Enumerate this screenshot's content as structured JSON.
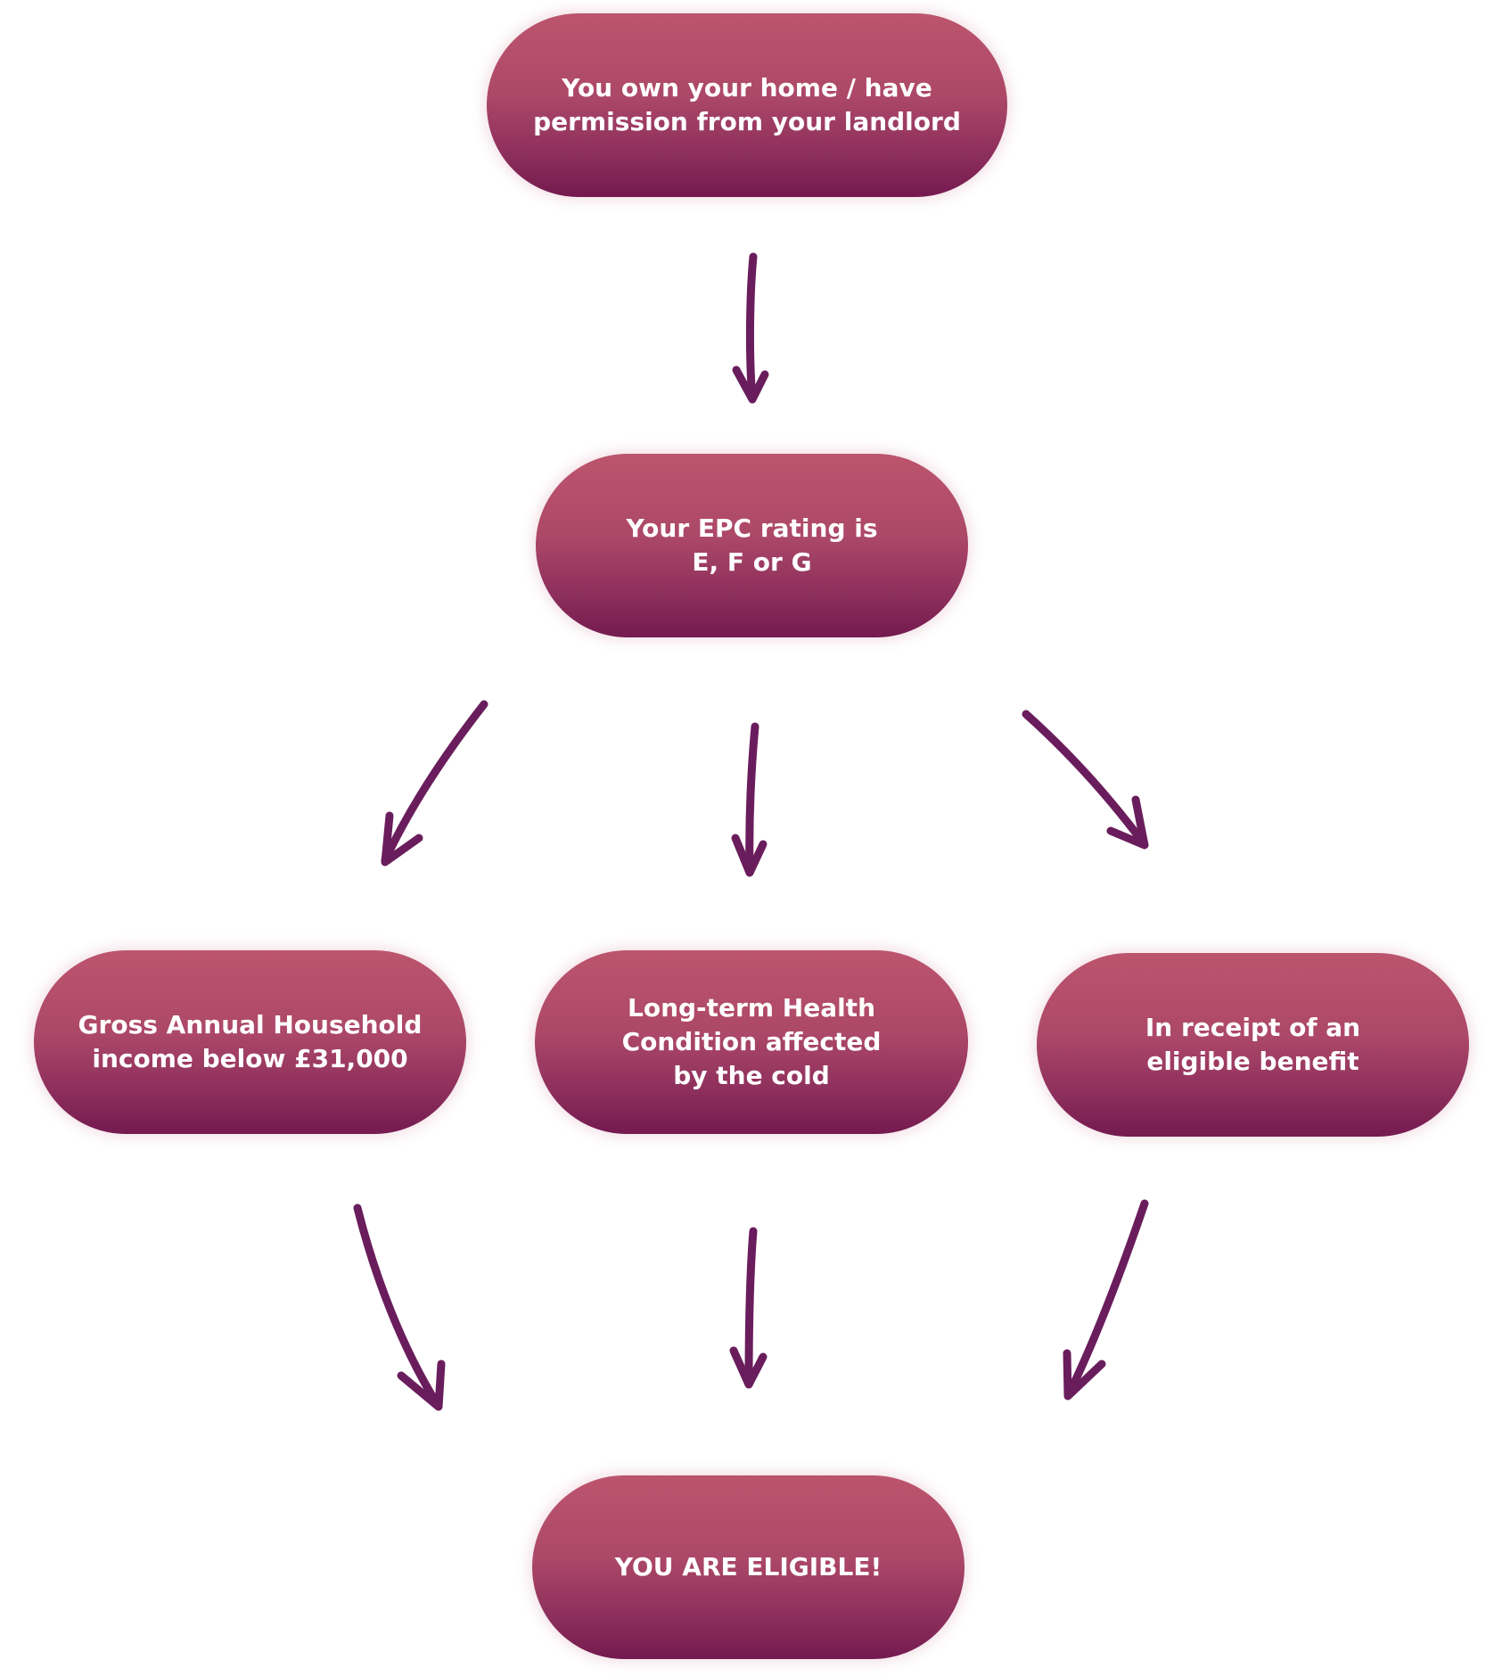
{
  "title": "Eligibility flowchart",
  "colors": {
    "box_top": "#bc546d",
    "box_bottom": "#741a4f",
    "arrow": "#6a1d5c",
    "text": "#ffffff",
    "background": "#ffffff"
  },
  "nodes": {
    "ownership": {
      "label": "You own your home / have\npermission from your landlord"
    },
    "epc": {
      "label": "Your EPC rating is\nE, F or G"
    },
    "income": {
      "label": "Gross Annual Household\nincome below £31,000"
    },
    "health": {
      "label": "Long-term Health\nCondition affected\nby the cold"
    },
    "benefit": {
      "label": "In receipt of an\neligible benefit"
    },
    "eligible": {
      "label": "YOU ARE ELIGIBLE!"
    }
  },
  "edges": [
    {
      "from": "ownership",
      "to": "epc"
    },
    {
      "from": "epc",
      "to": "income"
    },
    {
      "from": "epc",
      "to": "health"
    },
    {
      "from": "epc",
      "to": "benefit"
    },
    {
      "from": "income",
      "to": "eligible"
    },
    {
      "from": "health",
      "to": "eligible"
    },
    {
      "from": "benefit",
      "to": "eligible"
    }
  ]
}
